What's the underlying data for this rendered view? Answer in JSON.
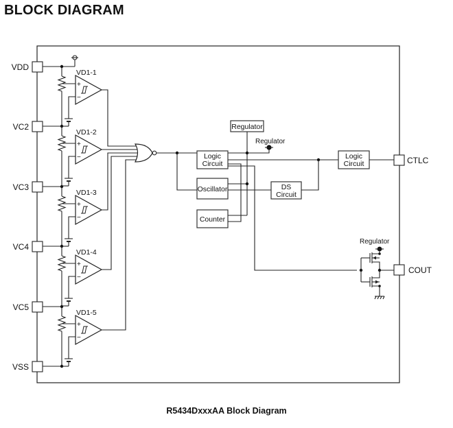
{
  "title": "BLOCK DIAGRAM",
  "caption": "R5434DxxxAA Block Diagram",
  "pins": {
    "left": [
      "VDD",
      "VC2",
      "VC3",
      "VC4",
      "VC5",
      "VSS"
    ],
    "right": [
      "CTLC",
      "COUT"
    ]
  },
  "comparators": [
    "VD1-1",
    "VD1-2",
    "VD1-3",
    "VD1-4",
    "VD1-5"
  ],
  "comparator_signs": {
    "plus": "+",
    "minus": "−"
  },
  "blocks": {
    "regulator_box": "Regulator",
    "regulator_supply_1": "Regulator",
    "regulator_supply_2": "Regulator",
    "logic_circuit_1": [
      "Logic",
      "Circuit"
    ],
    "oscillator": "Oscillator",
    "counter": "Counter",
    "ds_circuit": [
      "DS",
      "Circuit"
    ],
    "logic_circuit_2": [
      "Logic",
      "Circuit"
    ]
  }
}
